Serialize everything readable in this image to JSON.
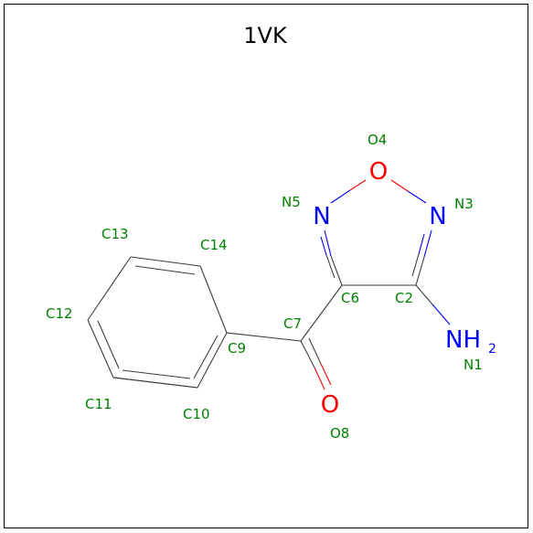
{
  "title": "1VK",
  "colors": {
    "carbon": "#3c3c3c",
    "nitrogen": "#0000ff",
    "oxygen": "#ff0000",
    "atom_label": "#008000"
  },
  "elements": {
    "O4": "O",
    "N5": "N",
    "N3": "N",
    "N1": "NH",
    "N1_sub": "2",
    "O8": "O"
  },
  "atom_labels": {
    "O4": "O4",
    "N5": "N5",
    "N3": "N3",
    "C6": "C6",
    "C2": "C2",
    "N1": "N1",
    "C7": "C7",
    "O8": "O8",
    "C9": "C9",
    "C10": "C10",
    "C11": "C11",
    "C12": "C12",
    "C13": "C13",
    "C14": "C14"
  }
}
